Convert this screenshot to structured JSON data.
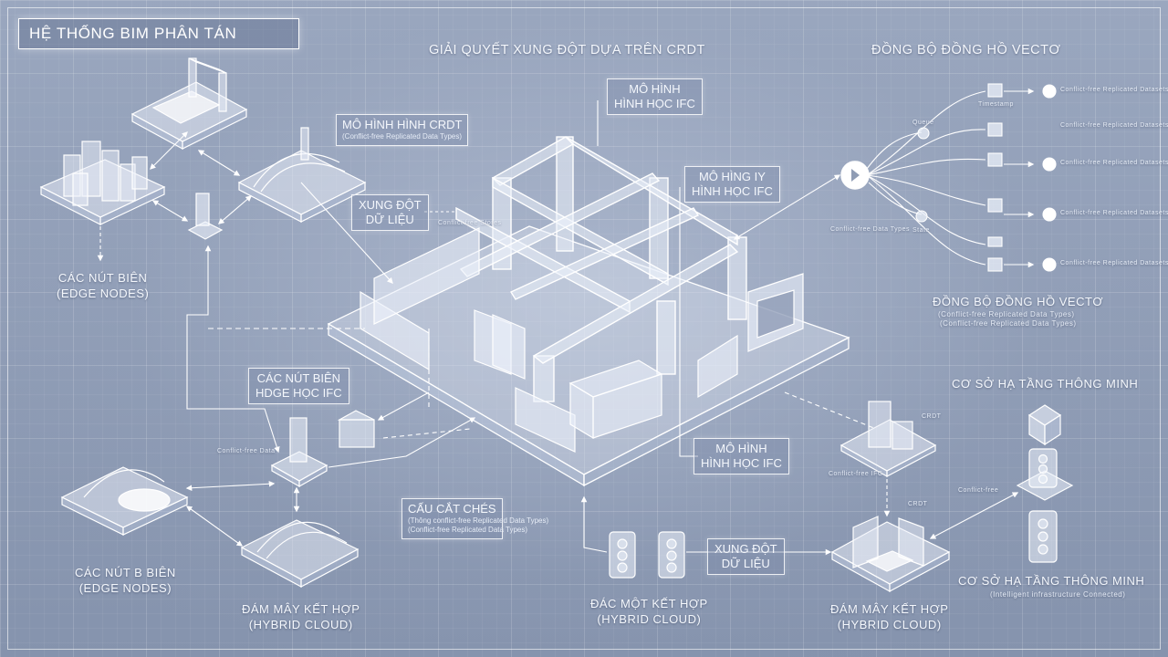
{
  "title": "HỆ THỐNG BIM PHÂN TÁN",
  "headings": {
    "crdt": "GIẢI QUYẾT XUNG ĐỘT DỰA TRÊN CRDT",
    "vector_clock_top": "ĐỒNG BỘ ĐỒNG HỒ VECTƠ",
    "vector_clock_bottom": "ĐỒNG BỘ ĐỒNG HỒ VECTƠ",
    "smart_infra_top": "CƠ SỞ HẠ TẦNG THÔNG MINH",
    "smart_infra_bottom": "CƠ SỞ HẠ TẦNG THÔNG MINH"
  },
  "boxes": {
    "ifc_model_top": [
      "MÔ HÌNH",
      "HÌNH HỌC IFC"
    ],
    "ifc_model_mid": [
      "MÔ HÌNG IY",
      "HÌNH HỌC IFC"
    ],
    "ifc_model_low": [
      "MÔ HÌNH",
      "HÌNH HỌC IFC"
    ],
    "crdt_model": "MÔ HÌNH HÌNH CRDT",
    "conflict_left": [
      "XUNG ĐỘT",
      "DỮ LIỆU"
    ],
    "conflict_bottom": [
      "XUNG ĐỘT",
      "DỮ LIỆU"
    ],
    "edge_ifc": [
      "CÁC NÚT BIÊN",
      "HDGE HỌC IFC"
    ],
    "struct": "CẤU CẮT CHÉS"
  },
  "labels": {
    "edge_nodes_1": [
      "CÁC NÚT BIÊN",
      "(EDGE NODES)"
    ],
    "edge_nodes_2": [
      "CÁC NÚT B BIÊN",
      "(EDGE NODES)"
    ],
    "hybrid_1": [
      "ĐÁM MÂY KẾT HỢP",
      "(HYBRID CLOUD)"
    ],
    "hybrid_2": [
      "ĐÁC MỘT KẾT HỢP",
      "(HYBRID CLOUD)"
    ],
    "hybrid_3": [
      "ĐÁM MÂY KẾT HỢP",
      "(HYBRID CLOUD)"
    ]
  },
  "small": {
    "crdt_sub": "(Conflict-free Replicated Data Types)",
    "struct_sub1": "(Thông conflict-free Replicated Data Types)",
    "struct_sub2": "(Conflict-free Replicated Data Types)",
    "vc_sub1": "(Conflict-free Replicated Data Types)",
    "vc_sub2": "(Conflict-free Replicated Data Types)",
    "infra_sub": "(Intelligent infrastructure Connected)",
    "conflict_data_type": "Conflict-free Data Types",
    "queue": "Queue",
    "state": "State",
    "cdc": "CRDT",
    "crdt_b": "CRDT",
    "edge_lbl": "Conflict-free Data",
    "ifc_lbl": "Conflict-free IFC",
    "cloud_lbl": "Conflict-free",
    "dist_lbl": "Conflict free Stores",
    "timestamp": "Timestamp",
    "vc_node_a": "Conflict-free Replicated Datasets",
    "vc_node_b": "Conflict-free Replicated Datasets",
    "vc_node_c": "Conflict-free Replicated Datasets",
    "vc_node_d": "Conflict-free Replicated Datasets",
    "vc_node_e": "Conflict-free Replicated Datasets"
  },
  "colors": {
    "background": "#8f9cb4",
    "line": "#ffffff",
    "accent": "#eef2f8"
  }
}
